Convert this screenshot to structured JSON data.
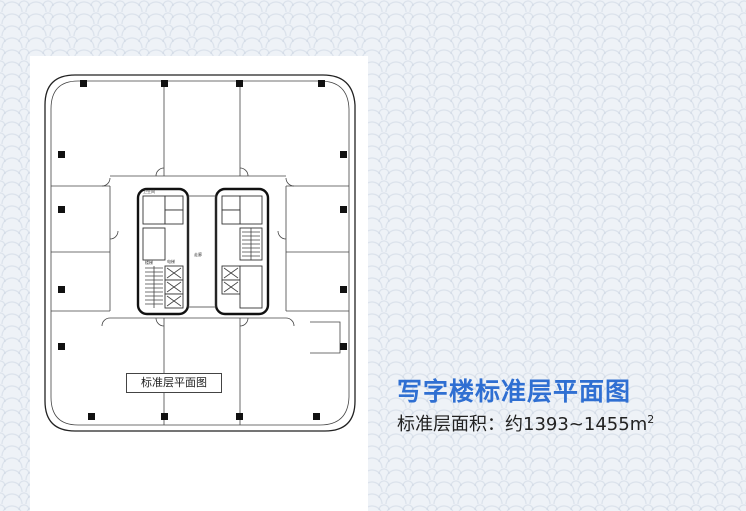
{
  "plan": {
    "caption": "标准层平面图",
    "room_labels": [
      "走廊",
      "电梯",
      "楼梯",
      "卫生间"
    ]
  },
  "info": {
    "title": "写字楼标准层平面图",
    "area_label": "标准层面积：",
    "area_value": "约1393~1455m",
    "area_unit_sup": "2"
  },
  "colors": {
    "title": "#2f6fd2",
    "text": "#222222"
  }
}
